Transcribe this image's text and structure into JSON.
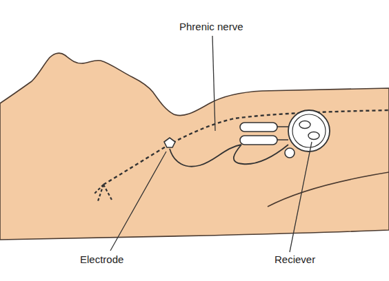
{
  "diagram": {
    "labels": [
      "Phrenic nerve",
      "Electrode",
      "Reciever"
    ]
  }
}
